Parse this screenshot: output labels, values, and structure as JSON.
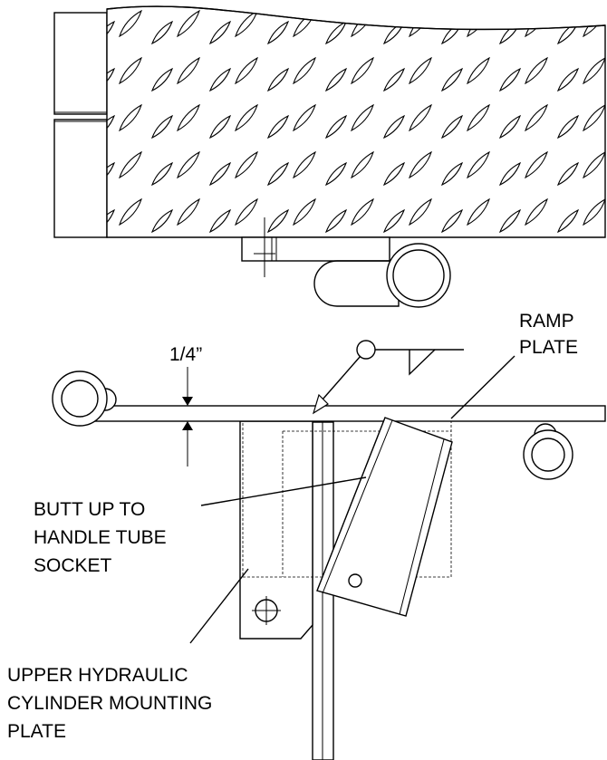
{
  "labels": {
    "ramp_plate_line1": "RAMP",
    "ramp_plate_line2": "PLATE",
    "dimension": "1/4”",
    "butt_line1": "BUTT UP TO",
    "butt_line2": "HANDLE TUBE",
    "butt_line3": "SOCKET",
    "cylinder_line1": "UPPER HYDRAULIC",
    "cylinder_line2": "CYLINDER MOUNTING",
    "cylinder_line3": "PLATE"
  }
}
